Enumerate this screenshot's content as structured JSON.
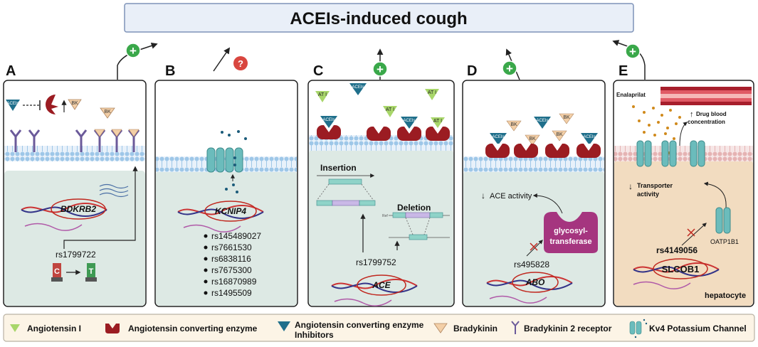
{
  "title": "ACEIs-induced cough",
  "panels": {
    "a": {
      "letter": "A",
      "gene": "BDKRB2",
      "snp": "rs1799722",
      "allele_from": "C",
      "allele_to": "T",
      "effect": "+",
      "labels": {
        "acei": "ACEIs",
        "bk": "BK"
      }
    },
    "b": {
      "letter": "B",
      "gene": "KCNIP4",
      "effect": "?",
      "snps": [
        "rs145489027",
        "rs7661530",
        "rs6838116",
        "rs7675300",
        "rs16870989",
        "rs1495509"
      ]
    },
    "c": {
      "letter": "C",
      "gene": "ACE",
      "snp": "rs1799752",
      "effect": "+",
      "insertion": "Insertion",
      "deletion": "Deletion",
      "ref": "Ref",
      "labels": {
        "at1": "AT I",
        "acei": "ACEIs"
      }
    },
    "d": {
      "letter": "D",
      "gene": "ABO",
      "snp": "rs495828",
      "effect": "+",
      "ace_activity": "ACE activity",
      "enzyme_line1": "glycosyl-",
      "enzyme_line2": "transferase",
      "labels": {
        "acei": "ACEIs",
        "bk": "BK"
      }
    },
    "e": {
      "letter": "E",
      "gene": "SLCOB1",
      "snp": "rs4149056",
      "effect": "+",
      "drug": "Enalaprilat",
      "blood_line1": "Drug blood",
      "blood_line2": "concentration",
      "transporter_line1": "Transporter",
      "transporter_line2": "activity",
      "transporter_name": "OATP1B1",
      "cell": "hepatocyte"
    }
  },
  "legend": {
    "items": [
      {
        "label": "Angiotensin I",
        "icon": "triangle-green-icon"
      },
      {
        "label": "Angiotensin converting enzyme",
        "icon": "pacman-red-icon"
      },
      {
        "label_line1": "Angiotensin converting enzyme",
        "label_line2": "Inhibitors",
        "icon": "triangle-blue-icon"
      },
      {
        "label": "Bradykinin",
        "icon": "triangle-tan-icon"
      },
      {
        "label": "Bradykinin 2 receptor",
        "icon": "receptor-y-icon"
      },
      {
        "label": "Kv4 Potassium Channel",
        "icon": "channel-icon"
      }
    ]
  },
  "colors": {
    "title_bg": "#e9eff8",
    "title_border": "#7f93b8",
    "panel_bg": "#dde9e4",
    "panel_e_bg": "#f2dcc0",
    "ace_red": "#9b1c22",
    "acei_blue": "#1f6f8b",
    "at1_green": "#a8d66a",
    "bk_tan": "#f3cfa7",
    "receptor_purple": "#6b5a9a",
    "channel_teal": "#6bbcbc",
    "plus_green": "#3aa84a",
    "question_red": "#d9463f",
    "membrane_blue": "#9ec7e8",
    "enzyme_magenta": "#a5357f",
    "vessel_red": "#a71e2b"
  }
}
